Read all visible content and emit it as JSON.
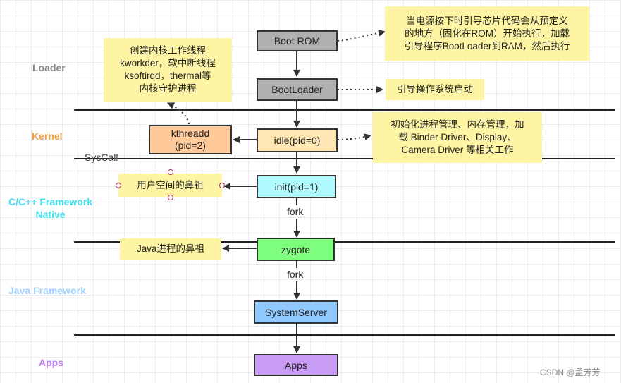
{
  "layers": {
    "loader": "Loader",
    "kernel": "Kernel",
    "native": "C/C++ Framework\nNative",
    "java": "Java Framework",
    "apps": "Apps"
  },
  "colors": {
    "loader": "#888888",
    "kernel": "#f0a040",
    "native": "#40e0f0",
    "java": "#a0d0ff",
    "apps": "#c080f0",
    "boot_box": "#b0b0b0",
    "kthreadd_box": "#ffc999",
    "idle_box": "#ffe6b3",
    "init_box": "#aefaff",
    "zygote_box": "#7dff7d",
    "systemserver_box": "#8fc8ff",
    "apps_box": "#c89cf5",
    "note_bg": "#fdf5a3"
  },
  "nodes": {
    "boot_rom": "Boot ROM",
    "bootloader": "BootLoader",
    "idle": "idle(pid=0)",
    "kthreadd": "kthreadd\n(pid=2)",
    "init": "init(pid=1)",
    "zygote": "zygote",
    "systemserver": "SystemServer",
    "apps": "Apps"
  },
  "notes": {
    "bootrom_note": "当电源按下时引导芯片代码会从预定义\n的地方（固化在ROM）开始执行，加载\n引导程序BootLoader到RAM，然后执行",
    "kthreadd_note": "创建内核工作线程\nkworkder，软中断线程\nksoftirqd，thermal等\n内核守护进程",
    "bootloader_note": "引导操作系统启动",
    "idle_note": "初始化进程管理、内存管理，加\n载 Binder Driver、Display、\nCamera Driver 等相关工作",
    "init_note": "用户空间的鼻祖",
    "zygote_note": "Java进程的鼻祖"
  },
  "edges": {
    "fork1": "fork",
    "fork2": "fork"
  },
  "syscall": "SysCall",
  "watermark": "CSDN @孟芳芳"
}
